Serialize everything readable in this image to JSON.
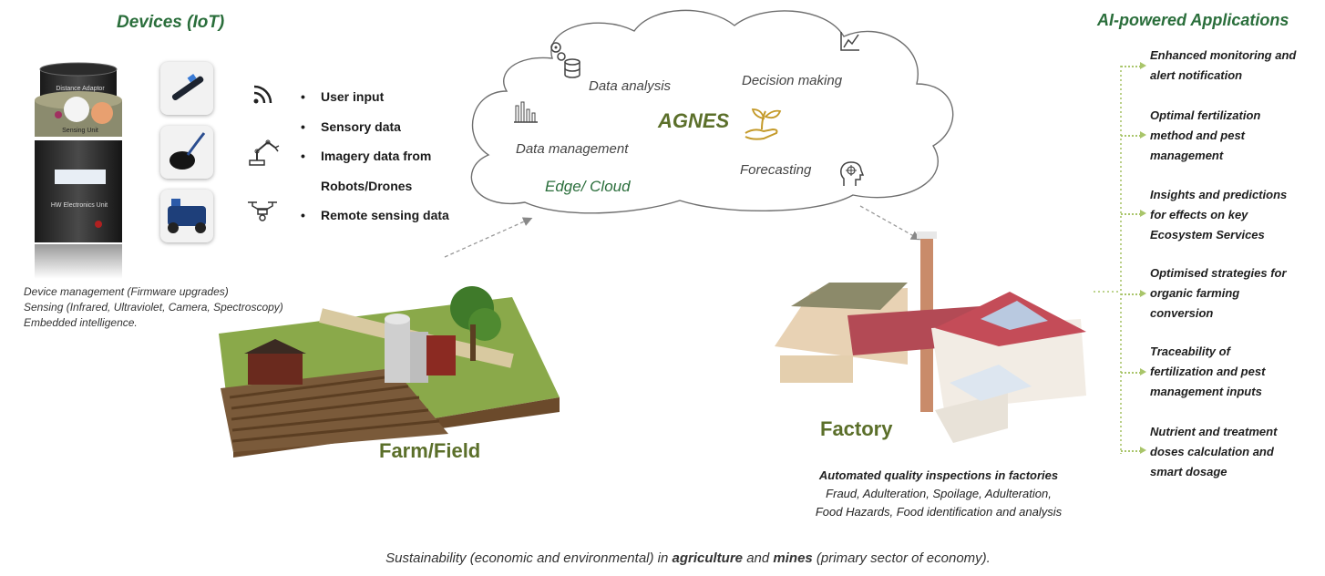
{
  "devices": {
    "heading": "Devices (IoT)",
    "unit_labels": {
      "distance": "Distance Adaptor",
      "sensing": "Sensing Unit",
      "electronics": "HW Electronics Unit"
    },
    "inputs": [
      "User input",
      "Sensory data",
      "Imagery data from",
      "Robots/Drones",
      "Remote sensing data"
    ],
    "caption": [
      "Device management  (Firmware upgrades)",
      "Sensing (Infrared, Ultraviolet, Camera, Spectroscopy)",
      "Embedded intelligence."
    ]
  },
  "cloud": {
    "data_analysis": "Data analysis",
    "decision_making": "Decision making",
    "brand": "AGNES",
    "data_management": "Data management",
    "forecasting": "Forecasting",
    "edge_cloud": "Edge/ Cloud"
  },
  "farm": {
    "label": "Farm/Field"
  },
  "factory": {
    "label": "Factory",
    "caption_bold": "Automated quality inspections in factories",
    "caption_lines": [
      "Fraud, Adulteration, Spoilage, Adulteration,",
      "Food Hazards, Food identification and analysis"
    ]
  },
  "apps": {
    "heading": "AI-powered Applications",
    "items": [
      [
        "Enhanced monitoring and",
        "alert notification"
      ],
      [
        "Optimal fertilization",
        "method and pest",
        "management"
      ],
      [
        "Insights and predictions",
        "for effects on key",
        "Ecosystem Services"
      ],
      [
        "Optimised strategies for",
        "organic farming",
        "conversion"
      ],
      [
        "Traceability of",
        "fertilization and pest",
        "management inputs"
      ],
      [
        "Nutrient and treatment",
        "doses calculation and",
        "smart dosage"
      ]
    ]
  },
  "footer": {
    "pre": "Sustainability (economic and environmental) in ",
    "agri": "agriculture",
    "mid": " and ",
    "mines": "mines",
    "post": " (primary sector of economy)."
  },
  "colors": {
    "accent_green": "#2a6e3b",
    "olive": "#5b6f2a",
    "arrow_green": "#a9c56a",
    "brand_gold": "#c49a2a"
  }
}
